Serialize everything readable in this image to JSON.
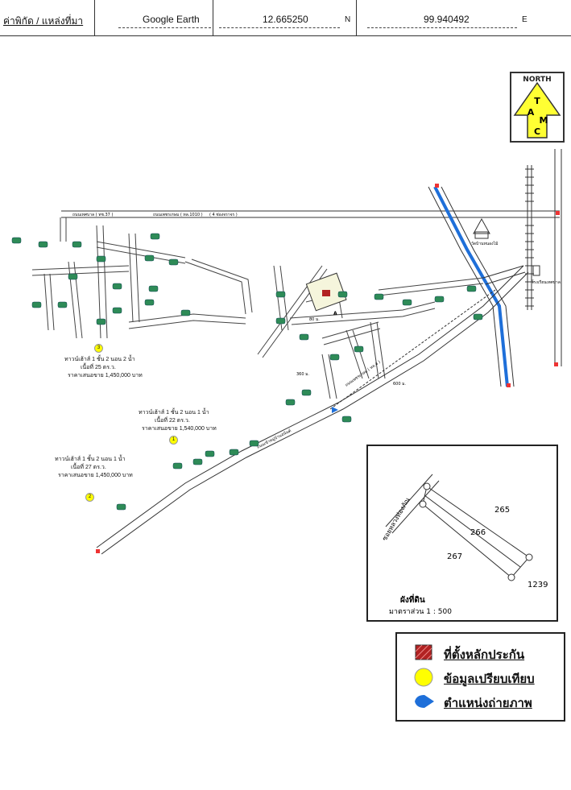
{
  "header": {
    "label": "ค่าพิกัด / แหล่งที่มา",
    "source": "Google Earth",
    "latitude": "12.665250",
    "lat_dir": "N",
    "longitude": "99.940492",
    "lon_dir": "E"
  },
  "north": {
    "title": "NORTH",
    "letters": [
      "T",
      "A",
      "M",
      "C"
    ]
  },
  "map": {
    "road_main": "ถนนเพชรเกษม ( ทล.1010 )",
    "road_lanes": "( 4 ช่องจราจร )",
    "road_side": "ถนนเทศบาล ( ทช.37 )",
    "road_lower": "ถนนเข้าหมู่บ้านอนันต์",
    "road_highway": "ถนนเพชรเกษม ( ทล.4 )",
    "temple": "วัดบ้านหนองไม้",
    "school": "โรงเรียนเทศบาล",
    "dist_360": "360 ม.",
    "dist_600": "600 ม.",
    "dist_80": "80 ม.",
    "point_a": "A"
  },
  "comparables": [
    {
      "id": "3",
      "line1": "ทาวน์เฮ้าส์ 1 ชั้น 2 นอน 2 น้ำ",
      "line2": "เนื้อที่ 25 ตร.ว.",
      "line3": "ราคาเสนอขาย 1,450,000 บาท"
    },
    {
      "id": "1",
      "line1": "ทาวน์เฮ้าส์ 1 ชั้น 2 นอน 1 น้ำ",
      "line2": "เนื้อที่ 22 ตร.ว.",
      "line3": "ราคาเสนอขาย 1,540,000 บาท"
    },
    {
      "id": "2",
      "line1": "ทาวน์เฮ้าส์ 1 ชั้น 2 นอน 1 น้ำ",
      "line2": "เนื้อที่ 27 ตร.ว.",
      "line3": "ราคาเสนอขาย 1,450,000 บาท"
    }
  ],
  "inset": {
    "lots": [
      "265",
      "266",
      "267",
      "1239"
    ],
    "road": "ซอยหลวงท่องภัณ",
    "title": "ผังที่ดิน",
    "scale": "มาตราส่วน 1 : 500"
  },
  "legend": {
    "items": [
      {
        "label": "ที่ตั้งหลักประกัน",
        "icon": "red-hatched-square",
        "color": "#b22222"
      },
      {
        "label": "ข้อมูลเปรียบเทียบ",
        "icon": "yellow-circle",
        "color": "#ffff00"
      },
      {
        "label": "ตำแหน่งถ่ายภาพ",
        "icon": "blue-arrow",
        "color": "#1e6fd9"
      }
    ]
  }
}
